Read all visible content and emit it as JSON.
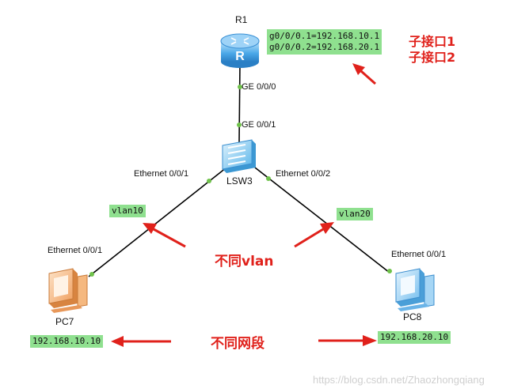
{
  "devices": {
    "r1": "R1",
    "lsw3": "LSW3",
    "pc7": "PC7",
    "pc8": "PC8"
  },
  "ports": {
    "r1_ge": "GE 0/0/0",
    "sw_ge": "GE 0/0/1",
    "sw_eth1": "Ethernet 0/0/1",
    "sw_eth2": "Ethernet 0/0/2",
    "pc7_eth": "Ethernet 0/0/1",
    "pc8_eth": "Ethernet 0/0/1"
  },
  "tags": {
    "sub1": "g0/0/0.1=192.168.10.1",
    "sub2": "g0/0/0.2=192.168.20.1",
    "vlan10": "vlan10",
    "vlan20": "vlan20",
    "pc7_ip": "192.168.10.10",
    "pc8_ip": "192.168.20.10"
  },
  "notes": {
    "sub1": "子接口1",
    "sub2": "子接口2",
    "diff_vlan": "不同vlan",
    "diff_segment": "不同网段"
  },
  "watermark": "https://blog.csdn.net/Zhaozhongqiang",
  "colors": {
    "link": "#000000",
    "port_dot": "#6fc24a",
    "tag_bg": "#8fe08f",
    "annotation": "#e0211b",
    "router": "#4aa8e8",
    "switch": "#5bb6ea",
    "pc7": "#f0a060",
    "pc8": "#78c0ef"
  }
}
